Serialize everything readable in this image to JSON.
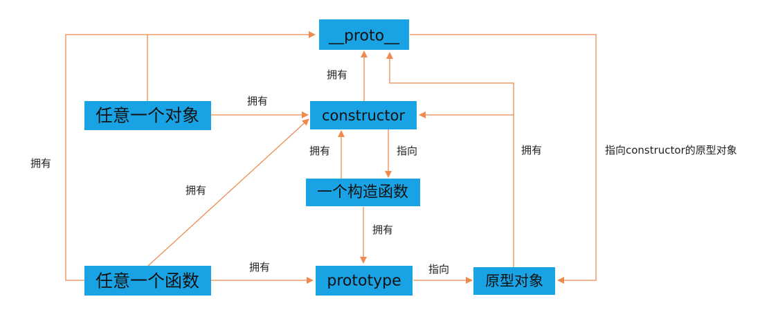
{
  "colors": {
    "node_fill": "#1aa3e4",
    "edge": "#ee8a4e",
    "text": "#111111"
  },
  "nodes": {
    "proto": "__proto__",
    "constructor": "constructor",
    "any_object": "任意一个对象",
    "constructor_function": "一个构造函数",
    "any_function": "任意一个函数",
    "prototype": "prototype",
    "prototype_object": "原型对象"
  },
  "labels": {
    "constructor_to_proto": "拥有",
    "object_to_constructor": "拥有",
    "outer_left": "拥有",
    "ctor_fn_to_constructor": "拥有",
    "constructor_to_ctor_fn": "指向",
    "function_to_constructor": "拥有",
    "ctor_fn_to_prototype": "拥有",
    "function_to_prototype": "拥有",
    "prototype_to_object": "指向",
    "proto_object_to_constructor": "拥有",
    "proto_to_proto_object": "指向constructor的原型对象"
  }
}
